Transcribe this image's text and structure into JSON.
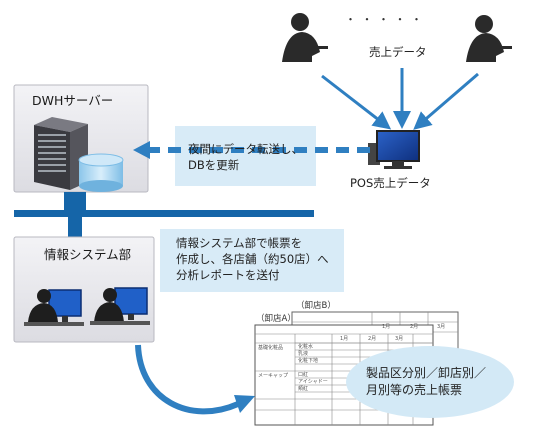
{
  "dwh": {
    "title": "DWHサーバー"
  },
  "info_dept": {
    "title": "情報システム部"
  },
  "pos": {
    "top_label": "売上データ",
    "terminal_label": "POS売上データ",
    "dots": "・ ・ ・ ・ ・"
  },
  "transfer_note": {
    "line1": "夜間にデータ転送し、",
    "line2": "DBを更新"
  },
  "report_note": {
    "line1": "情報システム部で帳票を",
    "line2": "作成し、各店舗（約50店）へ",
    "line3": "分析レポートを送付"
  },
  "sheets": {
    "label_a": "（卸店A）",
    "label_b": "（卸店B）",
    "months": [
      "1月",
      "2月",
      "3月"
    ],
    "category_1": "基礎化粧品",
    "items_1": [
      "化粧水",
      "乳液",
      "化粧下地"
    ],
    "category_2": "メーキャップ",
    "items_2": [
      "口紅",
      "アイシャドー",
      "頰紅"
    ]
  },
  "report_caption": {
    "line1": "製品区分別／卸店別／",
    "line2": "月別等の売上帳票"
  },
  "colors": {
    "blue_arrow": "#2f7fc1",
    "panel": "#e9e9ee",
    "note_bg": "#d8ebf7",
    "caption_bg": "#d3e9f6",
    "network": "#1565a8"
  }
}
